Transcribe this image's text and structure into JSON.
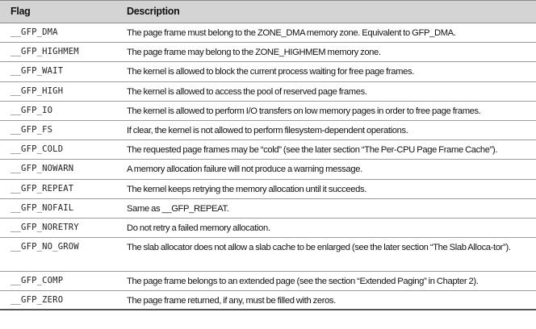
{
  "table": {
    "headers": {
      "flag": "Flag",
      "description": "Description"
    },
    "rows": [
      {
        "flag": "__GFP_DMA",
        "description": "The page frame must belong to the ZONE_DMA memory zone. Equivalent to GFP_DMA."
      },
      {
        "flag": "__GFP_HIGHMEM",
        "description": "The page frame may belong to the ZONE_HIGHMEM memory zone."
      },
      {
        "flag": "__GFP_WAIT",
        "description": "The kernel is allowed to block the current process waiting for free page frames."
      },
      {
        "flag": "__GFP_HIGH",
        "description": "The kernel is allowed to access the pool of reserved page frames."
      },
      {
        "flag": "__GFP_IO",
        "description": "The kernel is allowed to perform I/O transfers on low memory pages in order to free page frames."
      },
      {
        "flag": "__GFP_FS",
        "description": "If clear, the kernel is not allowed to perform filesystem-dependent operations."
      },
      {
        "flag": "__GFP_COLD",
        "description": "The requested page frames may be “cold” (see the later section “The Per-CPU Page Frame Cache”)."
      },
      {
        "flag": "__GFP_NOWARN",
        "description": "A memory allocation failure will not produce a warning message."
      },
      {
        "flag": "__GFP_REPEAT",
        "description": "The kernel keeps retrying the memory allocation until it succeeds."
      },
      {
        "flag": "__GFP_NOFAIL",
        "description": "Same as __GFP_REPEAT."
      },
      {
        "flag": "__GFP_NORETRY",
        "description": "Do not retry a failed memory allocation."
      },
      {
        "flag": "__GFP_NO_GROW",
        "description": "The slab allocator does not allow a slab cache to be enlarged (see the later section “The Slab Alloca-tor”)."
      },
      {
        "flag": "__GFP_COMP",
        "description": "The page frame belongs to an extended page (see the section “Extended Paging” in Chapter 2)."
      },
      {
        "flag": "__GFP_ZERO",
        "description": "The page frame returned, if any, must be filled with zeros."
      }
    ]
  }
}
